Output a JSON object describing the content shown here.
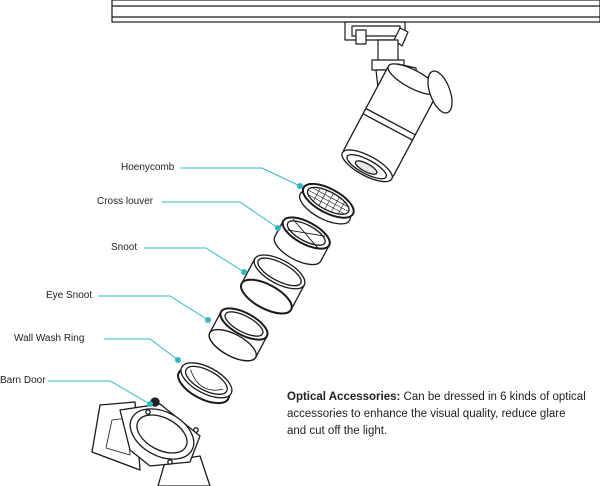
{
  "colors": {
    "leader": "#2fb8c2",
    "line": "#1a1a1a",
    "fill": "#ffffff",
    "dark": "#222222"
  },
  "labels": {
    "honeycomb": "Hoenycomb",
    "cross_louver": "Cross louver",
    "snoot": "Snoot",
    "eye_snoot": "Eye Snoot",
    "wall_wash_ring": "Wall Wash Ring",
    "barn_door": "Barn Door"
  },
  "description": {
    "heading": "Optical Accessories:",
    "body": " Can be dressed in 6 kinds of optical accessories to enhance the visual quality, reduce glare and cut off the light."
  }
}
